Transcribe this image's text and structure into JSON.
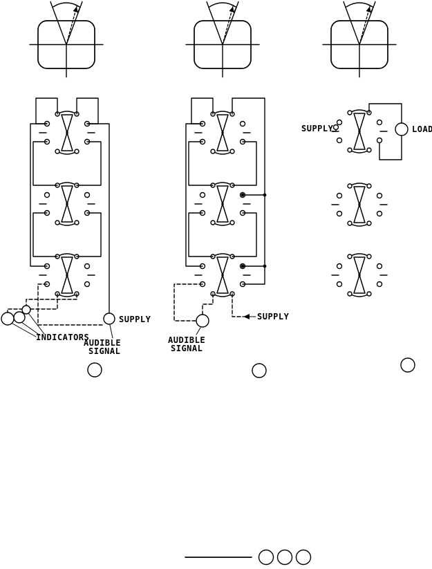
{
  "diagram": {
    "background_color": "#ffffff",
    "ink_color": "#000000",
    "columns": [
      {
        "labels": {
          "supply": "SUPPLY",
          "indicators": "INDICATORS",
          "audible_line1": "AUDIBLE",
          "audible_line2": "SIGNAL"
        }
      },
      {
        "labels": {
          "supply": "SUPPLY",
          "audible_line1": "AUDIBLE",
          "audible_line2": "SIGNAL"
        }
      },
      {
        "labels": {
          "supply": "SUPPLY",
          "load": "LOAD"
        }
      }
    ]
  }
}
